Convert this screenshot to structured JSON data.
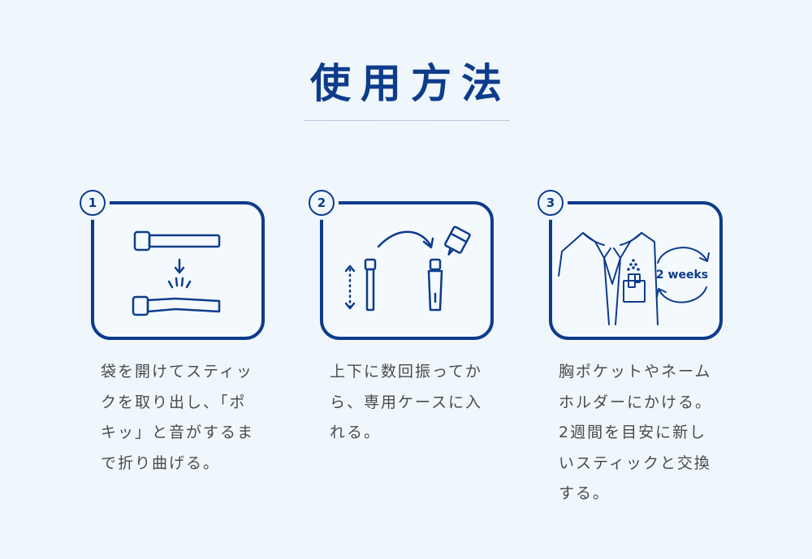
{
  "page": {
    "title": "使用方法",
    "colors": {
      "background": "#f0f7fc",
      "accent": "#0e3c8c",
      "body_text": "#4a4a4a"
    }
  },
  "steps": [
    {
      "number": "1",
      "icon": "stick-snap-icon",
      "lines": [
        "袋を開けてスティッ",
        "クを取り出し、「ポ",
        "キッ」と音がするま",
        "で折り曲げる。"
      ]
    },
    {
      "number": "2",
      "icon": "shake-and-case-icon",
      "lines": [
        "上下に数回振ってか",
        "ら、専用ケースに入",
        "れる。"
      ]
    },
    {
      "number": "3",
      "icon": "pocket-replace-icon",
      "badge": "2 weeks",
      "lines": [
        "胸ポケットやネーム",
        "ホルダーにかける。",
        "2週間を目安に新し",
        "いスティックと交換",
        "する。"
      ]
    }
  ]
}
